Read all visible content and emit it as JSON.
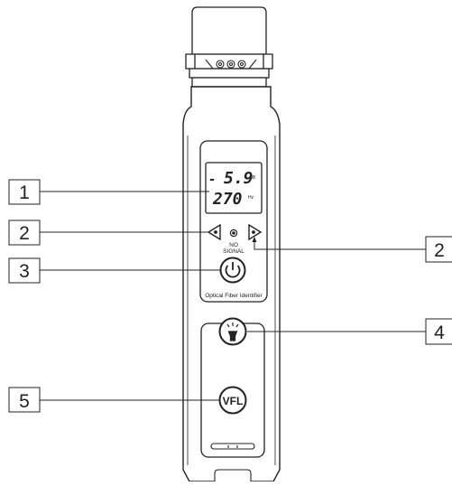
{
  "device": {
    "label": "Optical Fiber Identifier",
    "lcd": {
      "line1_sign": "-",
      "line1_value": "5.9",
      "line1_unit": "dB",
      "line2_value": "270",
      "line2_unit": "Hz"
    },
    "status_text_line1": "NO",
    "status_text_line2": "SIGNAL",
    "power_symbol": "⏻",
    "vfl_label": "VFL"
  },
  "callouts": [
    {
      "id": "1"
    },
    {
      "id": "2"
    },
    {
      "id": "3"
    },
    {
      "id": "2"
    },
    {
      "id": "4"
    },
    {
      "id": "5"
    }
  ]
}
